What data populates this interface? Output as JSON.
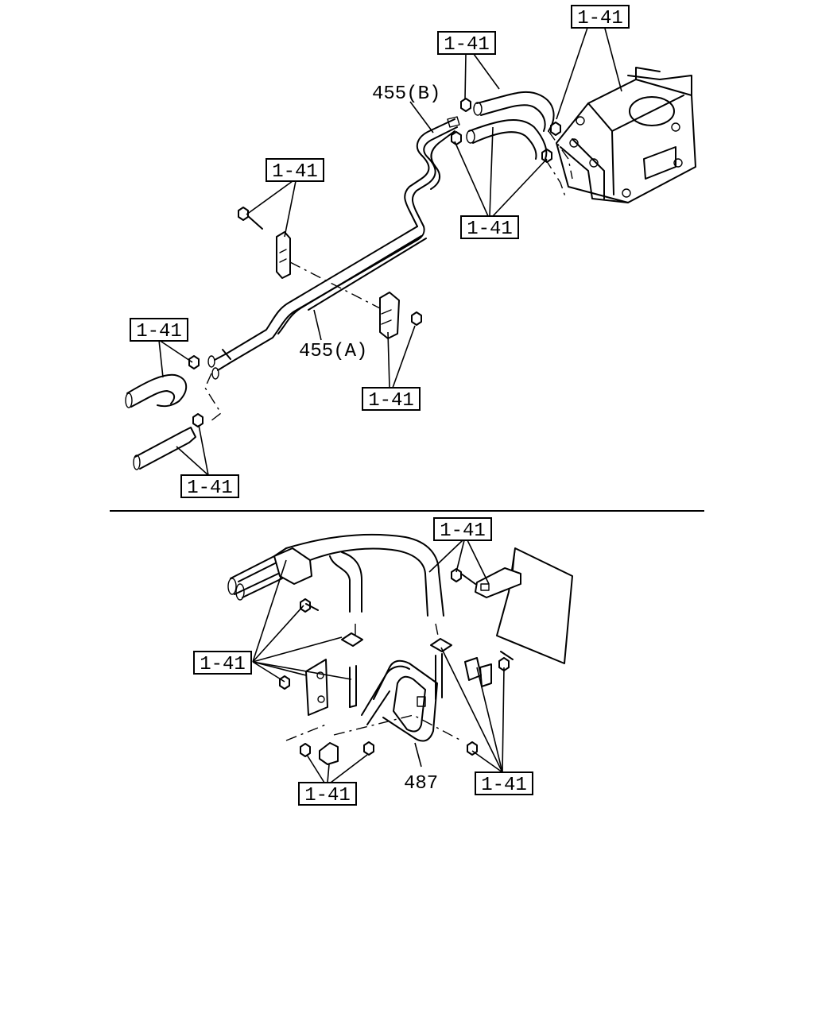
{
  "ref_label": "1-41",
  "parts": {
    "pipe_a": "455(A)",
    "pipe_b": "455(B)",
    "bracket": "487"
  }
}
